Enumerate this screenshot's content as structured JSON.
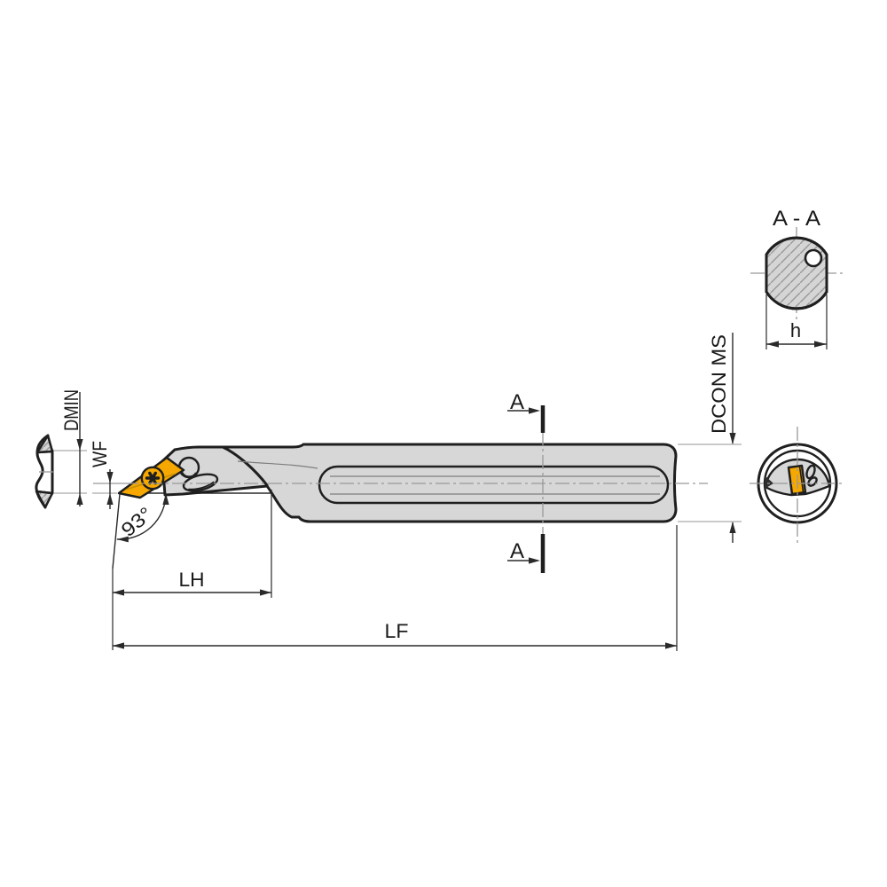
{
  "drawing": {
    "labels": {
      "dmin": "DMIN",
      "wf": "WF",
      "angle": "93°",
      "lh": "LH",
      "lf": "LF",
      "dcon_ms": "DCON MS",
      "section_marker": "A",
      "section_title": "A - A",
      "h": "h"
    },
    "colors": {
      "background": "#ffffff",
      "body_fill": "#d7d7d8",
      "outline": "#1f1f1f",
      "insert": "#f6a800",
      "hatch": "#9a9a9a",
      "section_fill": "#d5d5d6",
      "dimension": "#2a2a2a",
      "centerline": "#999999",
      "extension_light": "#ababab",
      "dark_detail": "#2e2e2e",
      "text": "#1a1a1a"
    }
  }
}
